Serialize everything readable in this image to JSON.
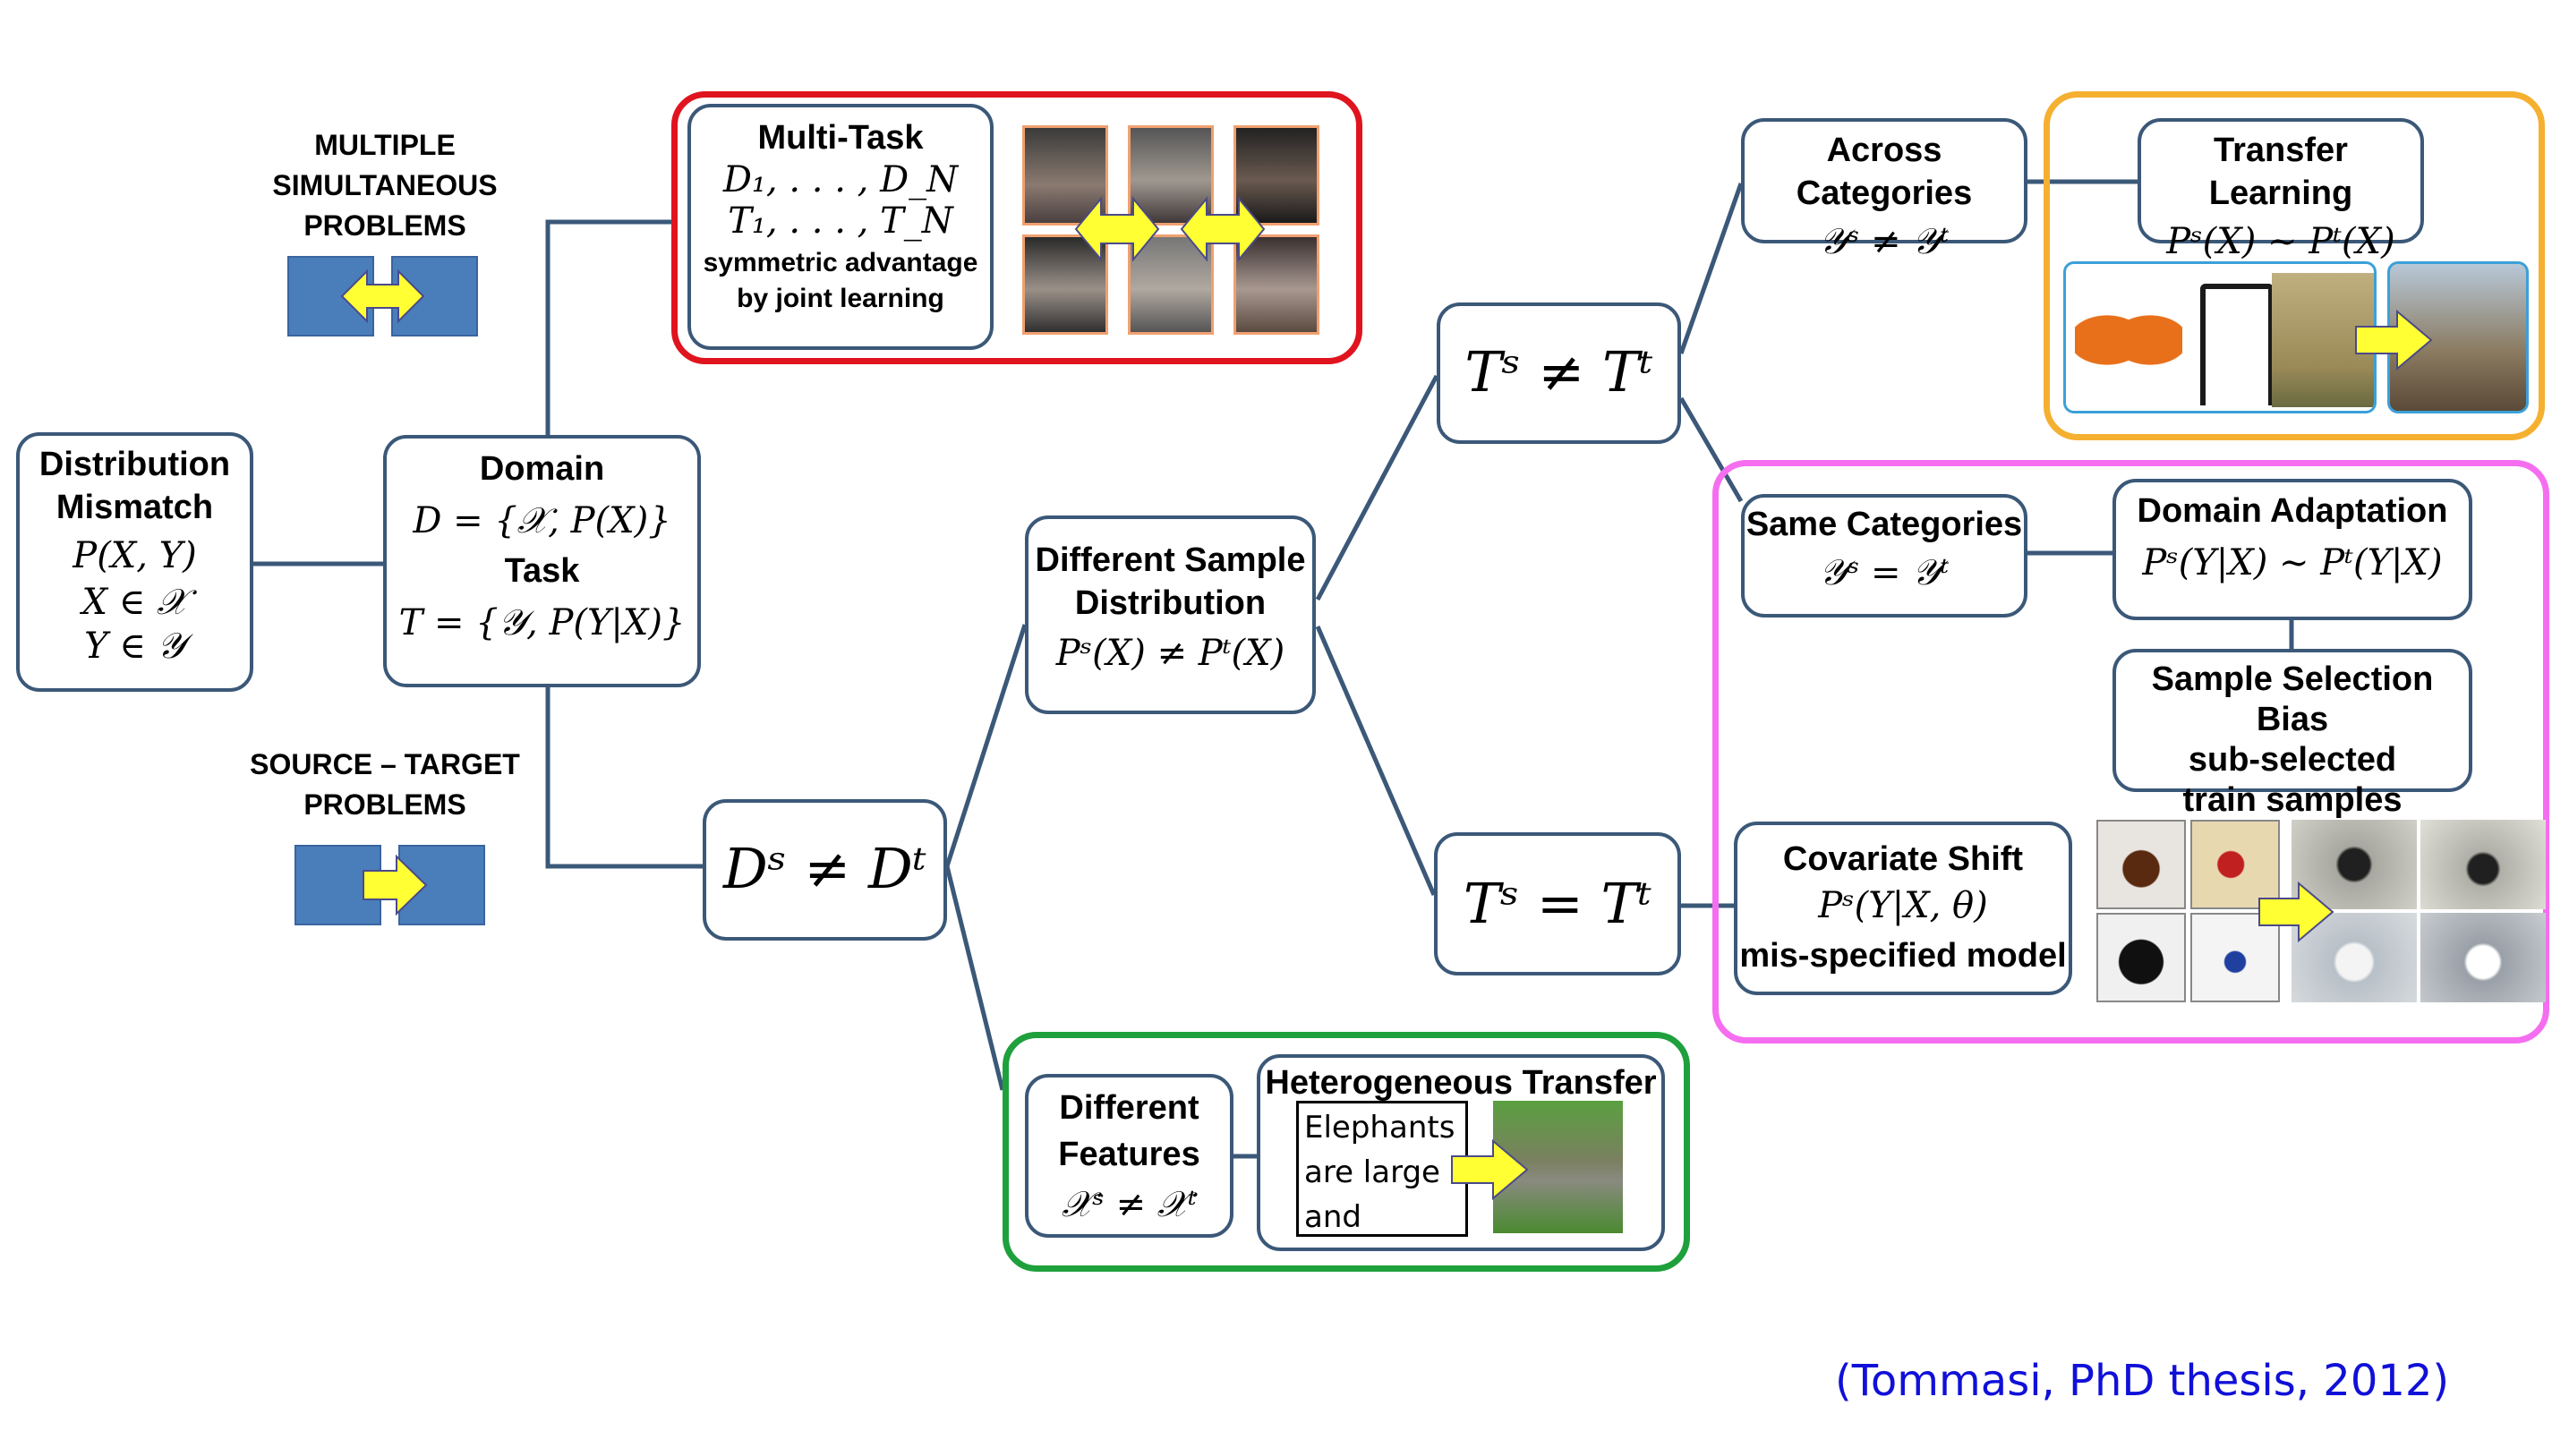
{
  "labels": {
    "multiple": "MULTIPLE\nSIMULTANEOUS\nPROBLEMS",
    "source_target": "SOURCE – TARGET\nPROBLEMS"
  },
  "distribution": {
    "title": "Distribution\nMismatch",
    "p": "P(X, Y)",
    "x": "X ∈ 𝒳",
    "y": "Y ∈ 𝒴"
  },
  "domain": {
    "title": "Domain",
    "formula": "D = {𝒳, P(X)}",
    "task_title": "Task",
    "task_formula": "T = {𝒴, P(Y|X)}"
  },
  "multitask": {
    "title": "Multi-Task",
    "d": "D₁, . . . , D_N",
    "t": "T₁, . . . , T_N",
    "note": "symmetric advantage\nby joint learning",
    "color": "#e0141e"
  },
  "ds_neq_dt": "Dˢ ≠ Dᵗ",
  "diff_sample": {
    "title": "Different Sample\nDistribution",
    "formula": "Pˢ(X) ≠ Pᵗ(X)"
  },
  "ts_neq_tt": "Tˢ ≠ Tᵗ",
  "ts_eq_tt": "Tˢ = Tᵗ",
  "across": {
    "title": "Across Categories",
    "formula": "𝒴ˢ ≠ 𝒴ᵗ"
  },
  "transfer": {
    "title": "Transfer Learning",
    "formula": "Pˢ(X) ∼ Pᵗ(X)",
    "color": "#f5b030"
  },
  "same": {
    "title": "Same Categories",
    "formula": "𝒴ˢ = 𝒴ᵗ"
  },
  "domain_adapt": {
    "title": "Domain Adaptation",
    "formula": "Pˢ(Y|X) ∼ Pᵗ(Y|X)",
    "color": "#f56ef0"
  },
  "ssb": {
    "title": "Sample Selection Bias\nsub-selected\ntrain samples"
  },
  "covariate": {
    "title": "Covariate Shift",
    "formula": "Pˢ(Y|X, θ)",
    "note": "mis-specified model"
  },
  "features": {
    "title": "Different\nFeatures",
    "formula": "𝒳ˢ ≠ 𝒳ᵗ",
    "color": "#1ea03c"
  },
  "hetero": {
    "title": "Heterogeneous Transfer",
    "text": "Elephants\nare large\nand gray…"
  },
  "citation": "(Tommasi, PhD thesis, 2012)",
  "colors": {
    "line": "#3b5878",
    "arrow_fill": "#ffff33",
    "arrow_stroke": "#4a4a8a",
    "block": "#4a7ebb"
  }
}
